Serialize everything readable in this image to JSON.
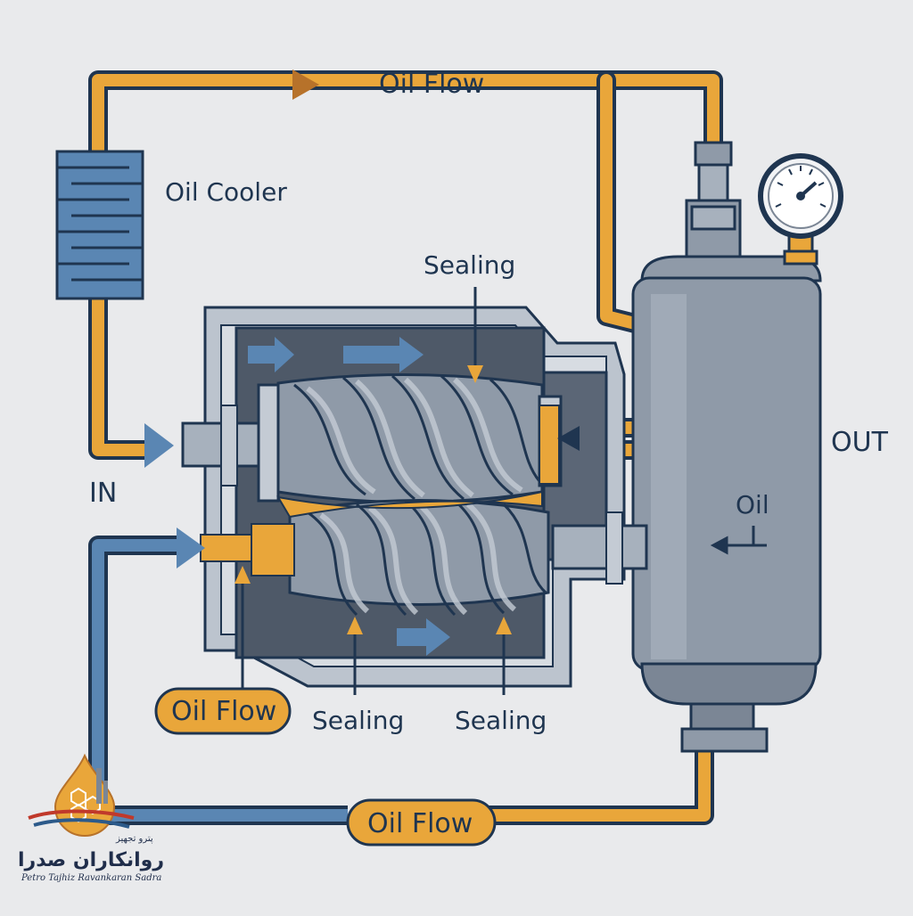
{
  "labels": {
    "oil_flow_top": "Oil Flow",
    "oil_cooler": "Oil Cooler",
    "sealing_top": "Sealing",
    "out": "OUT",
    "in": "IN",
    "oil": "Oil",
    "oil_flow_left": "Oil Flow",
    "sealing_bottom_left": "Sealing",
    "sealing_bottom_right": "Sealing",
    "oil_flow_bottom": "Oil Flow"
  },
  "logo": {
    "persian_small": "پترو تجهیز",
    "persian_main": "روانکاران صدرا",
    "english": "Petro Tajhiz Ravankaran Sadra"
  },
  "colors": {
    "oil_orange": "#e9a63a",
    "outline_navy": "#1f3550",
    "cool_blue": "#5a86b3",
    "steel_grey": "#8f9aa8",
    "housing_dark": "#4e5968"
  }
}
